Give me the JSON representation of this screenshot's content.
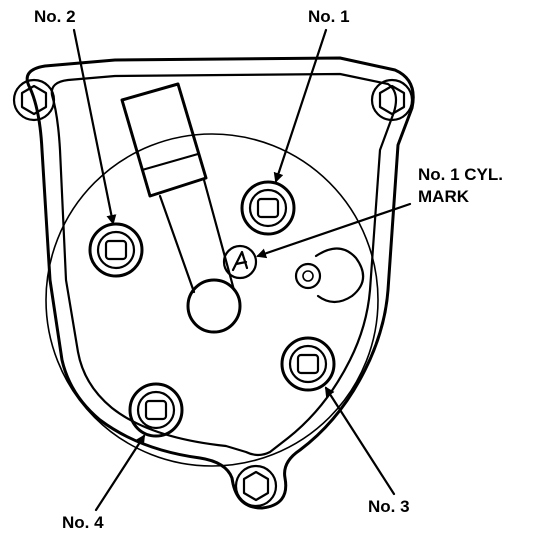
{
  "labels": {
    "no2": "No. 2",
    "no1": "No. 1",
    "cyl_mark_line1": "No. 1 CYL.",
    "cyl_mark_line2": "MARK",
    "no4": "No. 4",
    "no3": "No. 3"
  },
  "colors": {
    "ink": "#000000",
    "paper": "#ffffff"
  }
}
